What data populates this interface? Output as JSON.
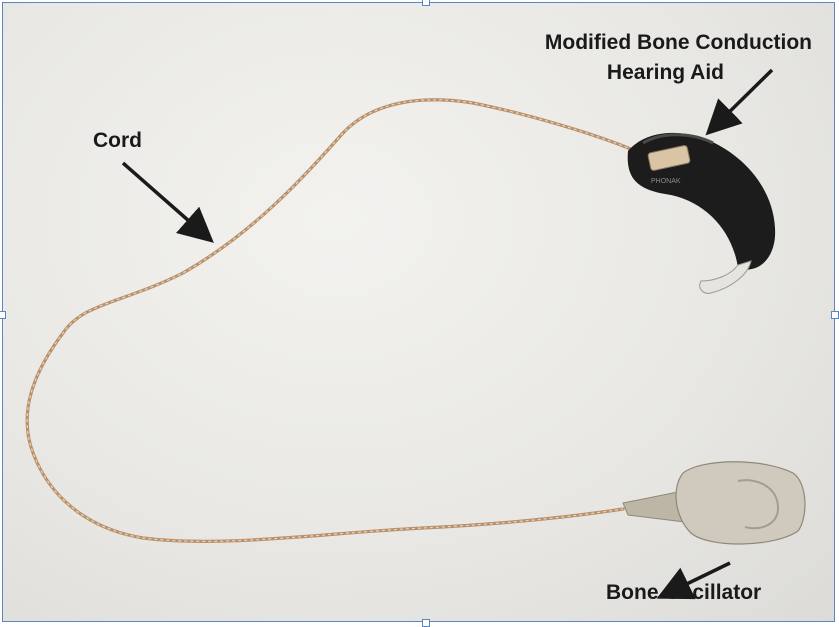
{
  "labels": {
    "cord": "Cord",
    "hearing_aid_line1": "Modified Bone Conduction",
    "hearing_aid_line2": "Hearing Aid",
    "bone_oscillator": "Bone Oscillator"
  },
  "device_brand": "PHONAK",
  "icons": {
    "arrow": "arrow-icon",
    "resize_handle": "resize-handle-icon"
  },
  "colors": {
    "cord": "#b8906a",
    "hearing_aid_body": "#1c1c1c",
    "oscillator_body": "#cfcabd",
    "label_text": "#1a1a1a",
    "selection_border": "#5b86c2"
  }
}
